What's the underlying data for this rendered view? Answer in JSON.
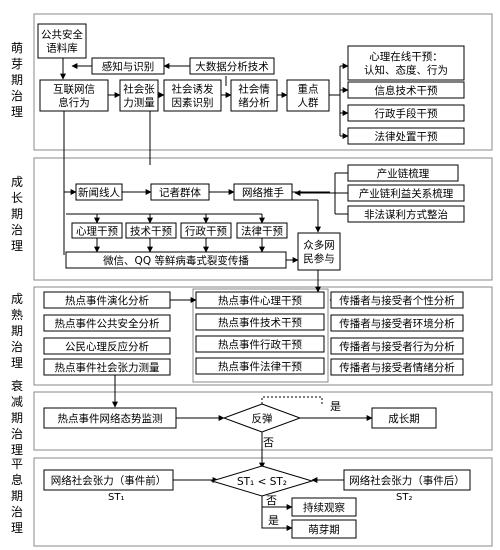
{
  "stages": [
    {
      "id": "sprout",
      "label": [
        "萌",
        "芽",
        "期",
        "治",
        "理"
      ]
    },
    {
      "id": "growth",
      "label": [
        "成",
        "长",
        "期",
        "治",
        "理"
      ]
    },
    {
      "id": "mature",
      "label": [
        "成",
        "熟",
        "期",
        "治",
        "理"
      ]
    },
    {
      "id": "decline",
      "label": [
        "衰",
        "减",
        "期",
        "治",
        "理"
      ]
    },
    {
      "id": "calm",
      "label": [
        "平",
        "息",
        "期",
        "治",
        "理"
      ]
    }
  ],
  "nodes": {
    "corpus": [
      "公共安全",
      "语料库"
    ],
    "perception": [
      "感知与识别"
    ],
    "bigdata": [
      "大数据分析技术"
    ],
    "behavior": [
      "互联网信",
      "息行为"
    ],
    "tension": [
      "社会张",
      "力测量"
    ],
    "induced": [
      "社会诱发",
      "因素识别"
    ],
    "emotion": [
      "社会情",
      "绪分析"
    ],
    "key_people": [
      "重点",
      "人群"
    ],
    "psych": [
      "心理在线干预：",
      "认知、态度、行为"
    ],
    "info_tech": [
      "信息技术干预"
    ],
    "admin": [
      "行政手段干预"
    ],
    "legal": [
      "法律处置干预"
    ],
    "news_line": [
      "新闻线人"
    ],
    "journalists": [
      "记者群体"
    ],
    "net_pusher": [
      "网络推手"
    ],
    "chain_sort": [
      "产业链梳理"
    ],
    "chain_interest": [
      "产业链利益关系梳理"
    ],
    "illegal_profit": [
      "非法谋利方式整治"
    ],
    "g_psych": [
      "心理干预"
    ],
    "g_tech": [
      "技术干预"
    ],
    "g_admin": [
      "行政干预"
    ],
    "g_legal": [
      "法律干预"
    ],
    "viral": [
      "微信、QQ 等鲜病毒式裂变传播"
    ],
    "crowd": [
      "众多网",
      "民参与"
    ],
    "hot_evolve": [
      "热点事件演化分析"
    ],
    "hot_safety": [
      "热点事件公共安全分析"
    ],
    "public_psych": [
      "公民心理反应分析"
    ],
    "hot_tension": [
      "热点事件社会张力测量"
    ],
    "hot_psych": [
      "热点事件心理干预"
    ],
    "hot_tech": [
      "热点事件技术干预"
    ],
    "hot_admin": [
      "热点事件行政干预"
    ],
    "hot_legal": [
      "热点事件法律干预"
    ],
    "comm_personal": [
      "传播者与接受者个性分析"
    ],
    "comm_env": [
      "传播者与接受者环境分析"
    ],
    "comm_behavior": [
      "传播者与接受者行为分析"
    ],
    "comm_emotion": [
      "传播者与接受者情绪分析"
    ],
    "monitor": [
      "热点事件网络态势监测"
    ],
    "rebound": [
      "反弹"
    ],
    "growth_period": [
      "成长期"
    ],
    "tension_before": [
      "网络社会张力（事件前）"
    ],
    "compare": [
      "ST₁ < ST₂"
    ],
    "tension_after": [
      "网络社会张力（事件后）"
    ],
    "observe": [
      "持续观察"
    ],
    "sprout_period": [
      "萌芽期"
    ]
  },
  "edge_labels": {
    "yes": "是",
    "no": "否",
    "st1": "ST₁",
    "st2": "ST₂"
  }
}
